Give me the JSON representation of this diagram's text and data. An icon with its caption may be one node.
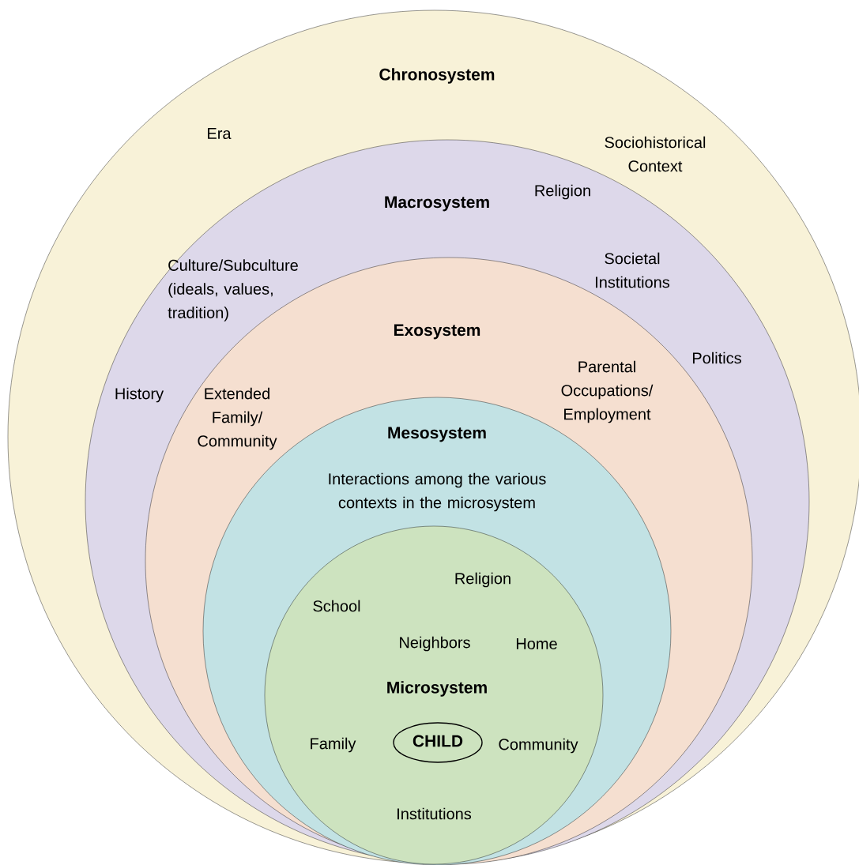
{
  "diagram": {
    "nodes": [
      {
        "text": [
          "Chronosystem",
          "Era",
          "Sociohistorical Context"
        ]
      },
      {
        "text": [
          "Macrosystem",
          "Religion",
          "Culture/Subculture (ideals, values, tradition)",
          "Societal Institutions",
          "History",
          "Politics"
        ],
        "in": 0
      },
      {
        "text": [
          "Exosystem",
          "Extended Family/ Community",
          "Parental Occupations/ Employment"
        ],
        "in": 1
      },
      {
        "text": [
          "Mesosystem",
          "Interactions among the various contexts in the microsystem"
        ],
        "in": 2
      },
      {
        "text": [
          "Religion",
          "School",
          "Neighbors",
          "Home",
          "Microsystem",
          "Family",
          "Community",
          "Institutions"
        ],
        "in": 3
      },
      {
        "text": [
          "CHILD"
        ],
        "in": 4
      }
    ]
  }
}
